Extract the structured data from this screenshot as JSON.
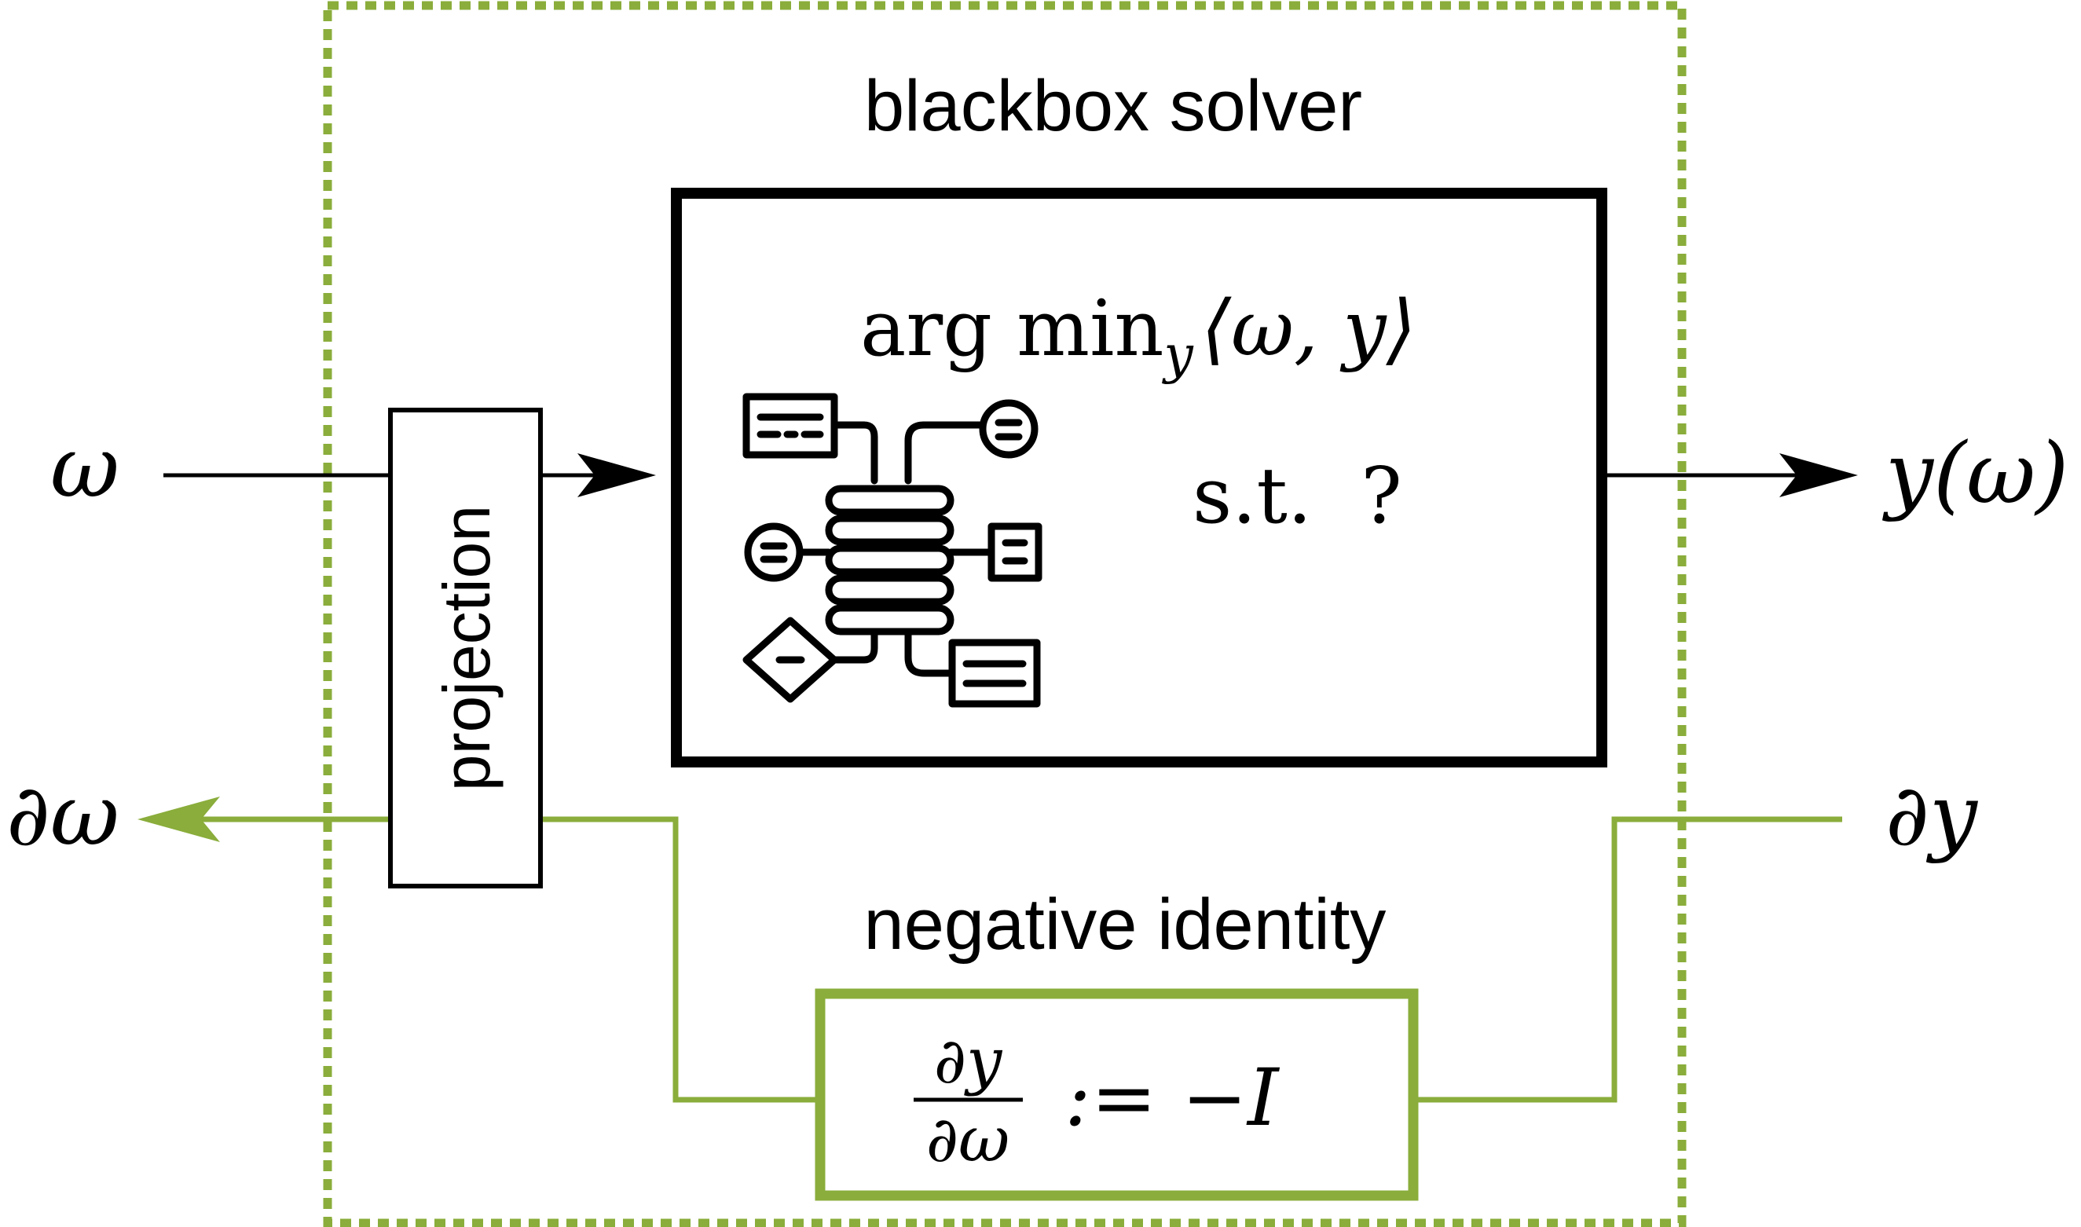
{
  "colors": {
    "accent": "#8aad3b",
    "ink": "#000000",
    "background": "#ffffff"
  },
  "labels": {
    "blackbox_title": "blackbox solver",
    "objective": "arg min",
    "objective_subscript": "y",
    "objective_inner": "⟨ω, y⟩",
    "constraint": "s.t.  ?",
    "input_symbol": "ω",
    "output_symbol": "y(ω)",
    "grad_in_symbol": "∂y",
    "grad_out_symbol": "∂ω",
    "projection": "projection",
    "negative_identity_title": "negative identity",
    "fraction_numerator": "∂y",
    "fraction_denominator": "∂ω",
    "fraction_rhs": ":= −I"
  },
  "icons": {
    "solver_icon": "database-schema-icon"
  }
}
